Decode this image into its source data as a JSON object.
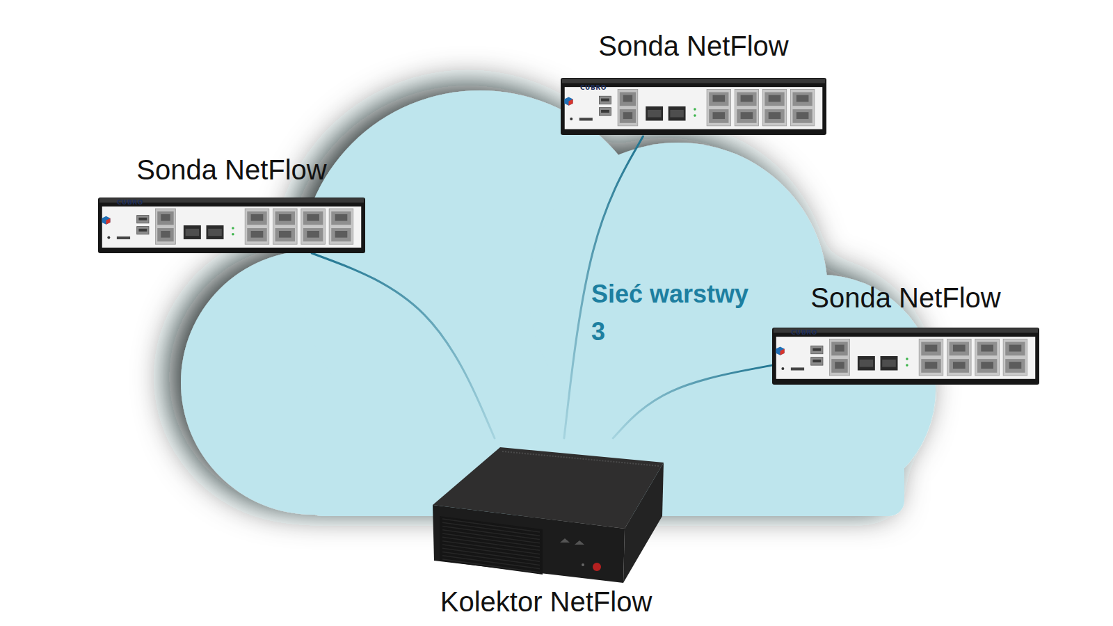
{
  "diagram": {
    "nodes": [
      {
        "text": [
          "Sonda NetFlow"
        ]
      },
      {
        "text": [
          "Sonda NetFlow"
        ]
      },
      {
        "text": [
          "Sieć warstwy 3"
        ]
      },
      {
        "text": [
          "Sonda NetFlow"
        ]
      },
      {
        "text": [
          "Kolektor NetFlow"
        ]
      }
    ],
    "edges": [
      {
        "from": 0,
        "to": 4,
        "arrow": "none"
      },
      {
        "from": 1,
        "to": 4,
        "arrow": "none"
      },
      {
        "from": 3,
        "to": 4,
        "arrow": "none"
      }
    ],
    "labels": [
      "CUBRO",
      "CUBRO",
      "CUBRO"
    ]
  }
}
